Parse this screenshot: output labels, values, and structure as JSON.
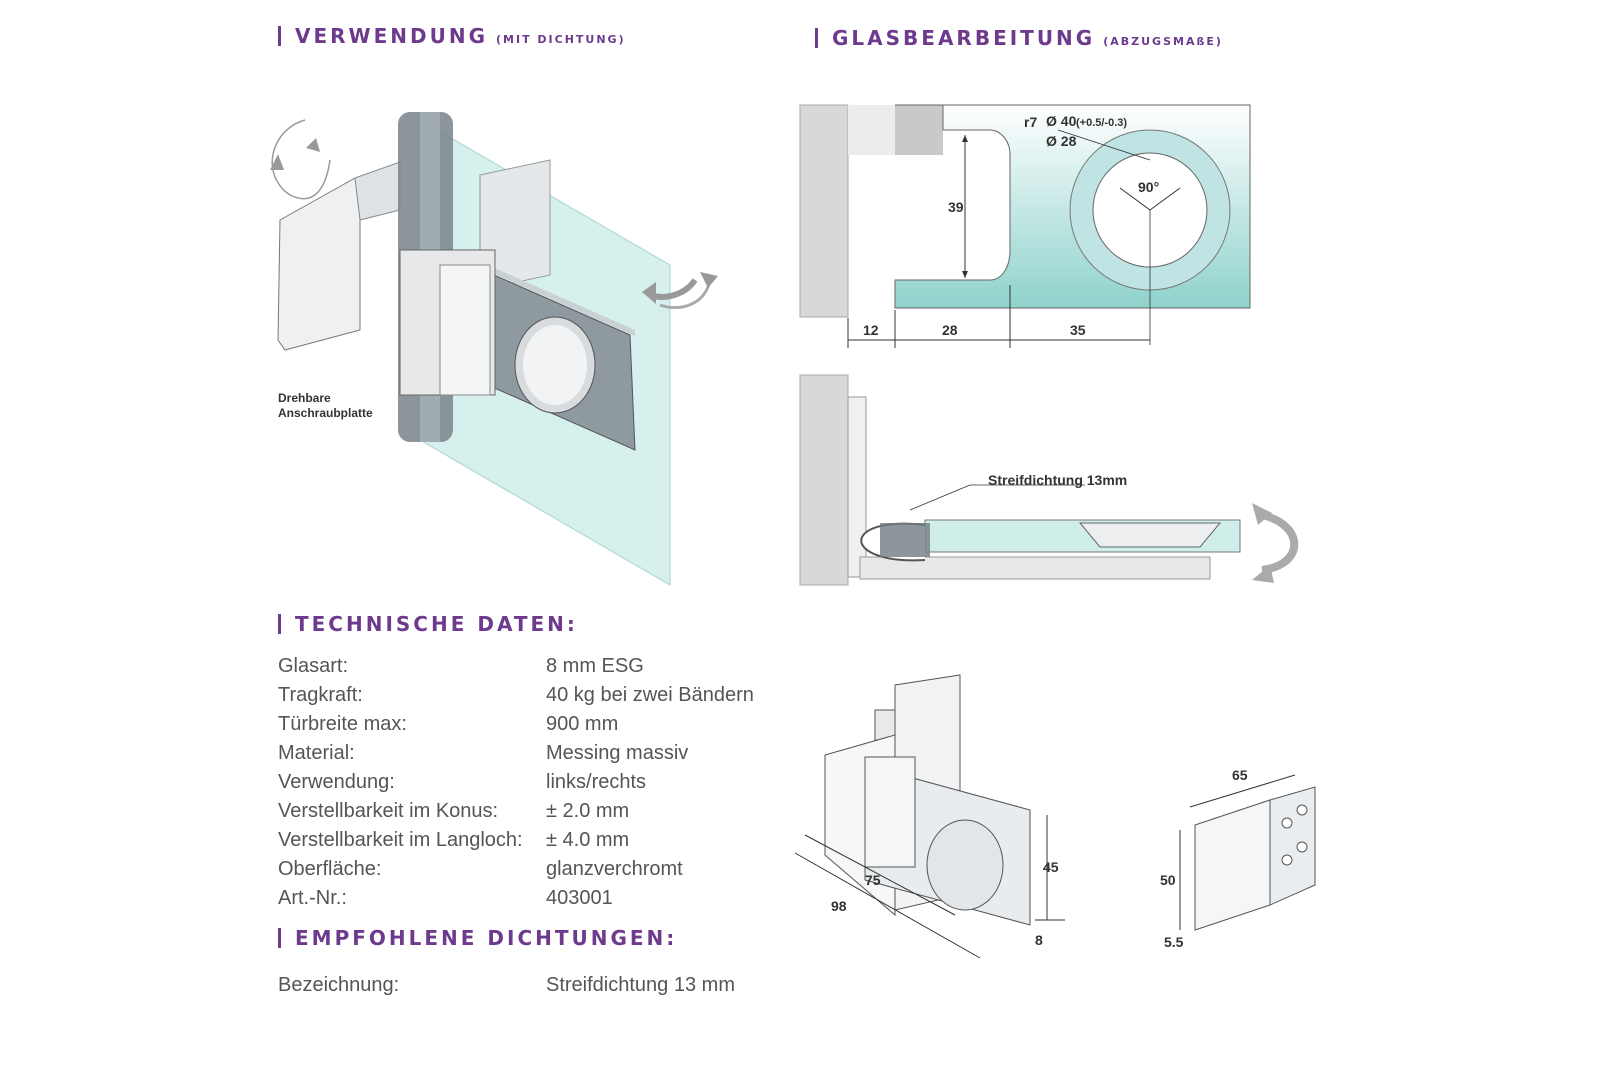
{
  "sections": {
    "verwendung": {
      "title": "VERWENDUNG",
      "sub": "(MIT DICHTUNG)"
    },
    "glasbearbeitung": {
      "title": "GLASBEARBEITUNG",
      "sub": "(ABZUGSMAßE)"
    },
    "technische_daten": {
      "title": "TECHNISCHE DATEN:"
    },
    "empfohlene": {
      "title": "EMPFOHLENE DICHTUNGEN:"
    }
  },
  "caption": {
    "line1": "Drehbare",
    "line2": "Anschraubplatte"
  },
  "specs": [
    {
      "label": "Glasart:",
      "value": "8 mm ESG"
    },
    {
      "label": "Tragkraft:",
      "value": "40 kg bei zwei Bändern"
    },
    {
      "label": "Türbreite max:",
      "value": "900 mm"
    },
    {
      "label": "Material:",
      "value": "Messing massiv"
    },
    {
      "label": "Verwendung:",
      "value": "links/rechts"
    },
    {
      "label": "Verstellbarkeit im Konus:",
      "value": "± 2.0 mm"
    },
    {
      "label": "Verstellbarkeit im Langloch:",
      "value": "± 4.0 mm"
    },
    {
      "label": "Oberfläche:",
      "value": "glanzverchromt"
    },
    {
      "label": "Art.-Nr.:",
      "value": "403001"
    }
  ],
  "seals": [
    {
      "label": "Bezeichnung:",
      "value": "Streifdichtung 13 mm"
    }
  ],
  "glass_drawing": {
    "r": "r7",
    "d_outer": "Ø 40",
    "d_outer_tol": "(+0.5/-0.3)",
    "d_inner": "Ø 28",
    "angle": "90°",
    "height": "39",
    "dim_a": "12",
    "dim_b": "28",
    "dim_c": "35"
  },
  "seal_drawing": {
    "label": "Streifdichtung 13mm"
  },
  "dims_hinge": {
    "d75": "75",
    "d98": "98",
    "d45": "45",
    "d8": "8"
  },
  "dims_plate": {
    "d65": "65",
    "d50": "50",
    "d55": "5.5"
  },
  "colors": {
    "accent": "#6e3a8e",
    "glass": "#bfe4e3",
    "wall": "#d8d8d8"
  }
}
